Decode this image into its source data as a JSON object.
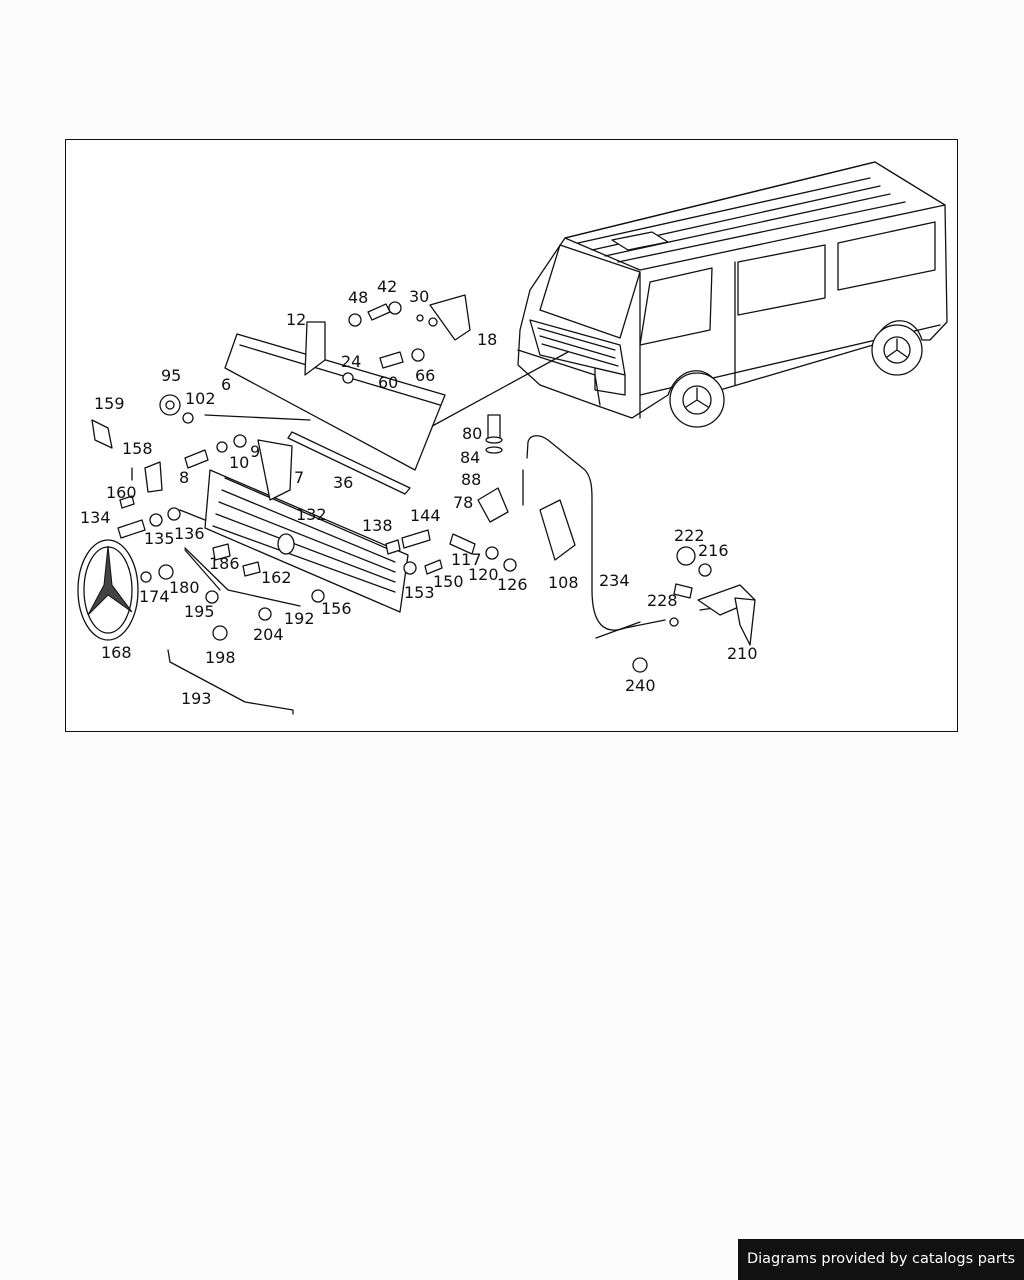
{
  "diagram": {
    "part_labels": [
      "12",
      "48",
      "42",
      "30",
      "18",
      "24",
      "60",
      "66",
      "95",
      "6",
      "102",
      "159",
      "158",
      "160",
      "8",
      "10",
      "9",
      "7",
      "36",
      "80",
      "84",
      "88",
      "78",
      "134",
      "135",
      "136",
      "132",
      "138",
      "144",
      "117",
      "120",
      "126",
      "108",
      "234",
      "222",
      "216",
      "228",
      "186",
      "162",
      "150",
      "153",
      "180",
      "174",
      "195",
      "192",
      "156",
      "204",
      "198",
      "168",
      "193",
      "240",
      "210"
    ]
  },
  "footer": {
    "credit": "Diagrams provided by catalogs parts"
  }
}
